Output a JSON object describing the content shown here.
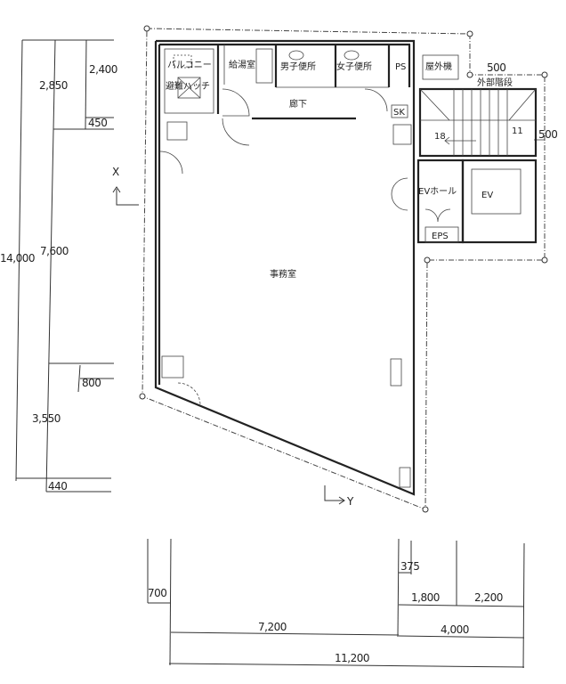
{
  "plan": {
    "rooms": {
      "balcony": "バルコニー",
      "escape_hatch": "避難ハッチ",
      "kitchenette": "給湯室",
      "mens_toilet": "男子便所",
      "womens_toilet": "女子便所",
      "ps": "PS",
      "outdoor_unit": "屋外機",
      "external_stairs": "外部階段",
      "corridor": "廊下",
      "sk": "SK",
      "ev_hall": "EVホール",
      "ev": "EV",
      "eps": "EPS",
      "office": "事務室"
    },
    "stair_counts": {
      "left": "18",
      "right": "11"
    },
    "axes": {
      "x": "X",
      "y": "Y"
    }
  },
  "dimensions": {
    "left": {
      "d2400": "2,400",
      "d2850": "2,850",
      "d450": "450",
      "d7600": "7,600",
      "d14000": "14,000",
      "d800": "800",
      "d3550": "3,550",
      "d440": "440"
    },
    "right": {
      "d500_top": "500",
      "d500_side": "500"
    },
    "bottom": {
      "d700": "700",
      "d375": "375",
      "d1800": "1,800",
      "d2200": "2,200",
      "d7200": "7,200",
      "d4000": "4,000",
      "d11200": "11,200"
    }
  }
}
